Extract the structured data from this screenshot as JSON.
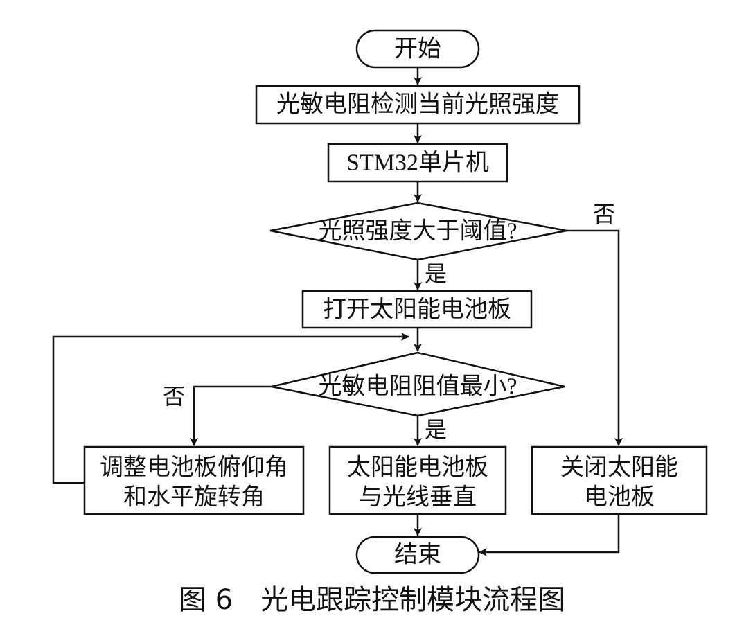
{
  "nodes": {
    "start": "开始",
    "detect": "光敏电阻检测当前光照强度",
    "mcu": "STM32单片机",
    "decision_light": "光照强度大于阈值?",
    "open_panel": "打开太阳能电池板",
    "decision_min": "光敏电阻阻值最小?",
    "adjust_line1": "调整电池板俯仰角",
    "adjust_line2": "和水平旋转角",
    "perpendicular_line1": "太阳能电池板",
    "perpendicular_line2": "与光线垂直",
    "close_line1": "关闭太阳能",
    "close_line2": "电池板",
    "end": "结束"
  },
  "edge_labels": {
    "light_yes": "是",
    "light_no": "否",
    "min_yes": "是",
    "min_no": "否"
  },
  "caption": "图 6　光电跟踪控制模块流程图"
}
